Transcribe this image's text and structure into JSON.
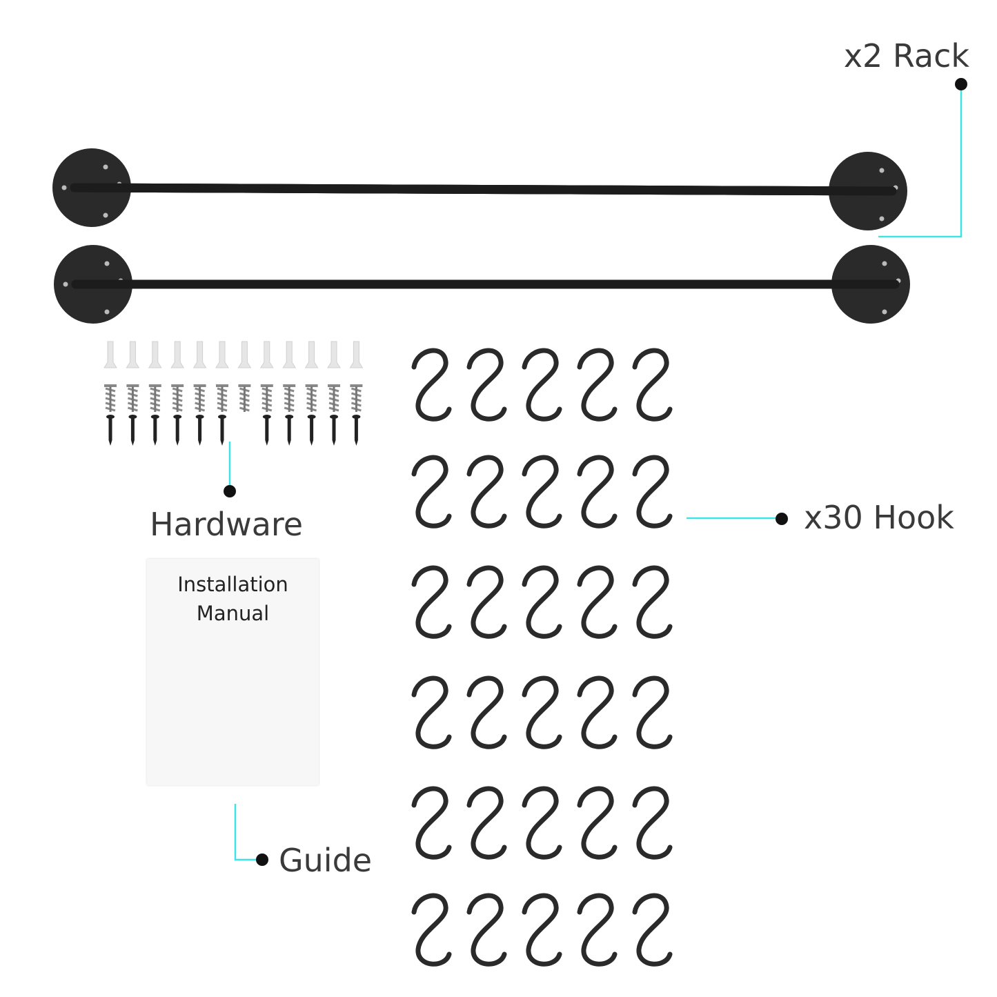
{
  "labels": {
    "rack": "x2 Rack",
    "hardware": "Hardware",
    "hook": "x30 Hook",
    "guide": "Guide"
  },
  "manual": {
    "line1": "Installation",
    "line2": "Manual"
  },
  "counts": {
    "racks": 2,
    "hooks": 30,
    "hook_columns": 5,
    "hook_rows": 6,
    "hardware_columns": 12
  },
  "colors": {
    "accent": "#3ee3e3",
    "metal": "#2a2a2a",
    "text": "#3a3a3a"
  }
}
